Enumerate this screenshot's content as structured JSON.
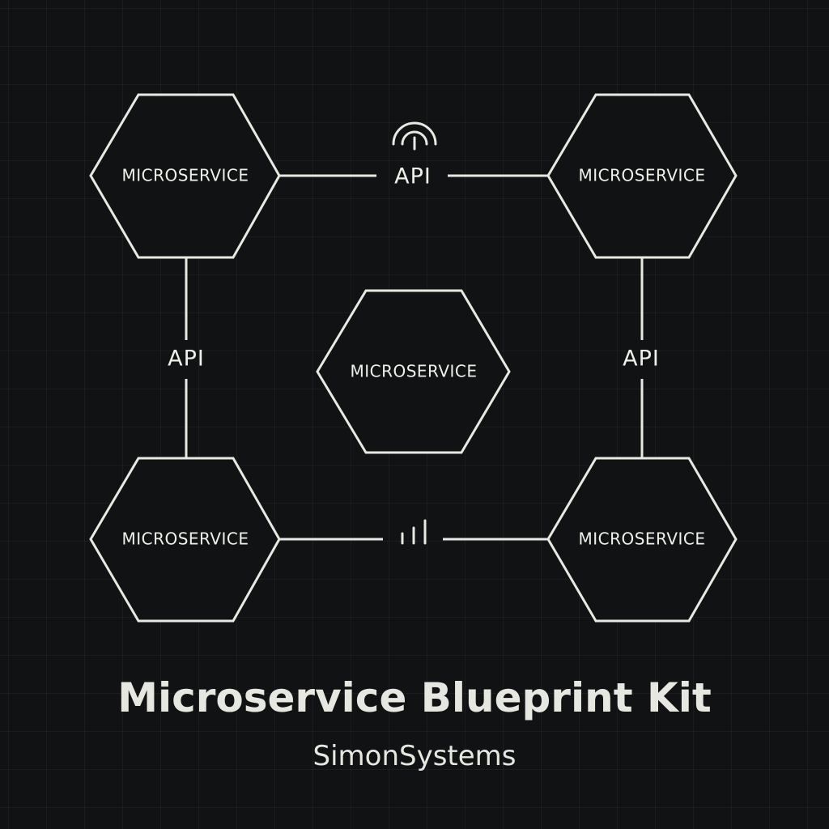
{
  "diagram": {
    "nodes": [
      {
        "id": "top-left",
        "label": "MICROSERVICE"
      },
      {
        "id": "top-right",
        "label": "MICROSERVICE"
      },
      {
        "id": "center",
        "label": "MICROSERVICE"
      },
      {
        "id": "bottom-left",
        "label": "MICROSERVICE"
      },
      {
        "id": "bottom-right",
        "label": "MICROSERVICE"
      }
    ],
    "edges": [
      {
        "from": "top-left",
        "to": "top-right",
        "label": "API",
        "icon": "wireless-signal-icon"
      },
      {
        "from": "top-left",
        "to": "bottom-left",
        "label": "API"
      },
      {
        "from": "top-right",
        "to": "bottom-right",
        "label": "API"
      },
      {
        "from": "bottom-left",
        "to": "bottom-right",
        "label": "",
        "icon": "signal-bars-icon"
      }
    ]
  },
  "colors": {
    "background": "#111214",
    "line": "#e9e9e3",
    "text": "#f0f0ea",
    "grid": "#1d1e21"
  },
  "title": "Microservice Blueprint Kit",
  "subtitle": "SimonSystems"
}
